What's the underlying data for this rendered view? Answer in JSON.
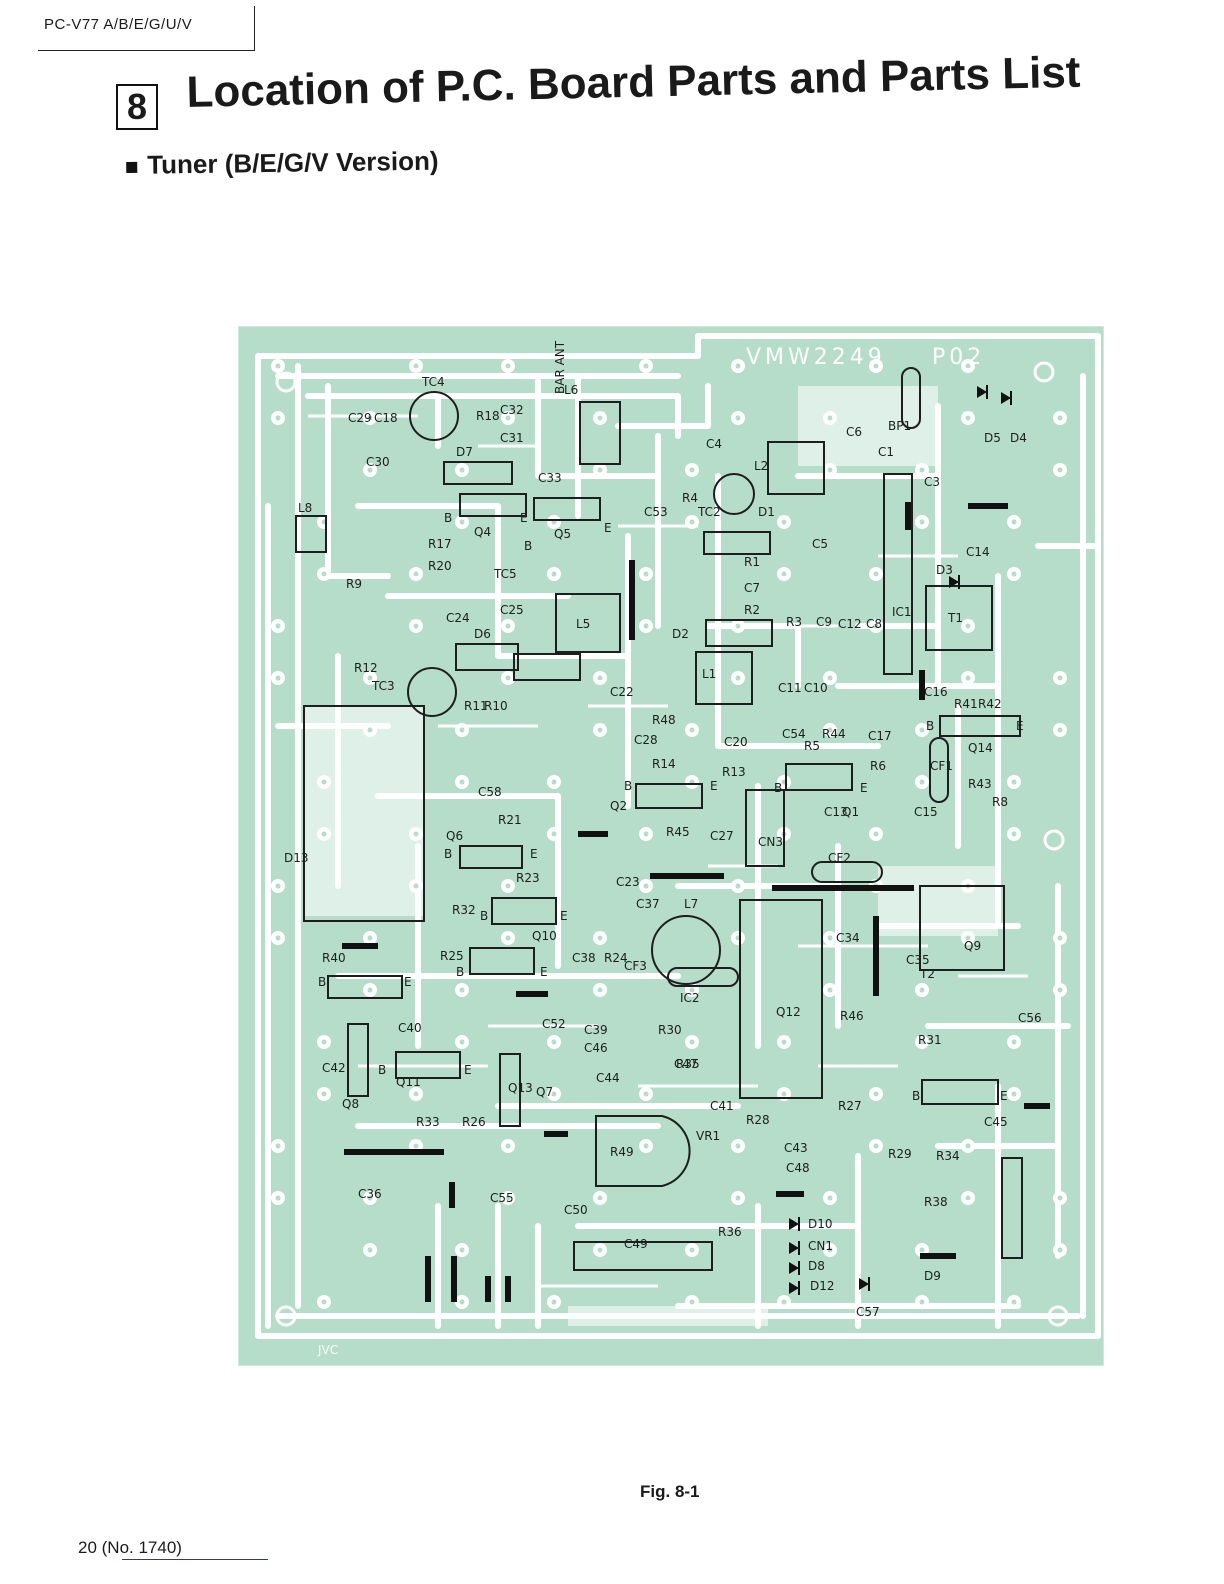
{
  "header": {
    "model": "PC-V77 A/B/E/G/U/V",
    "section_number": "8",
    "title": "Location of P.C. Board Parts and Parts List",
    "subtitle": "Tuner (B/E/G/V Version)"
  },
  "board": {
    "board_code": "VMW2249",
    "revision": "P02",
    "maker": "JVC",
    "colors": {
      "board": "#b5ddc9",
      "copper": "#ffffff",
      "silk": "#1e1e1e"
    },
    "labels": [
      "L6",
      "C29",
      "C18",
      "TC4",
      "R18",
      "C32",
      "C31",
      "C30",
      "D7",
      "C33",
      "L8",
      "Q4",
      "Q5",
      "R17",
      "R20",
      "R9",
      "TC5",
      "C25",
      "C24",
      "L5",
      "D6",
      "R12",
      "TC3",
      "R11",
      "R10",
      "C53",
      "R4",
      "TC2",
      "C4",
      "D1",
      "L2",
      "C6",
      "BP1",
      "C1",
      "C3",
      "D5",
      "D4",
      "C5",
      "R1",
      "C7",
      "R2",
      "R3",
      "C9",
      "C12",
      "C8",
      "IC1",
      "C14",
      "D3",
      "T1",
      "D2",
      "L1",
      "C11",
      "C10",
      "C54",
      "R44",
      "C16",
      "R41",
      "R42",
      "Q14",
      "C22",
      "R48",
      "C28",
      "C20",
      "R5",
      "C17",
      "R14",
      "R13",
      "R6",
      "CF1",
      "R43",
      "Q2",
      "Q1",
      "R45",
      "C27",
      "C13",
      "CN3",
      "C15",
      "R8",
      "C58",
      "R21",
      "Q6",
      "R23",
      "C23",
      "CF2",
      "C37",
      "L7",
      "C34",
      "C35",
      "T2",
      "Q9",
      "R32",
      "Q10",
      "R25",
      "C38",
      "R24",
      "CF3",
      "IC2",
      "Q12",
      "R40",
      "C40",
      "C52",
      "C39",
      "C46",
      "R30",
      "R35",
      "R46",
      "C56",
      "C42",
      "C44",
      "C47",
      "R31",
      "Q8",
      "Q11",
      "Q13",
      "Q7",
      "C41",
      "R27",
      "C45",
      "R33",
      "R26",
      "R49",
      "VR1",
      "R28",
      "C43",
      "R29",
      "R34",
      "C48",
      "C36",
      "C55",
      "C50",
      "R38",
      "R36",
      "C49",
      "D10",
      "CN1",
      "D8",
      "D9",
      "D12",
      "C57",
      "D13",
      "BAR ANT"
    ],
    "pin_letters": [
      "B",
      "E"
    ]
  },
  "figure": {
    "caption": "Fig. 8-1"
  },
  "footer": {
    "page": "20 (No. 1740)"
  }
}
